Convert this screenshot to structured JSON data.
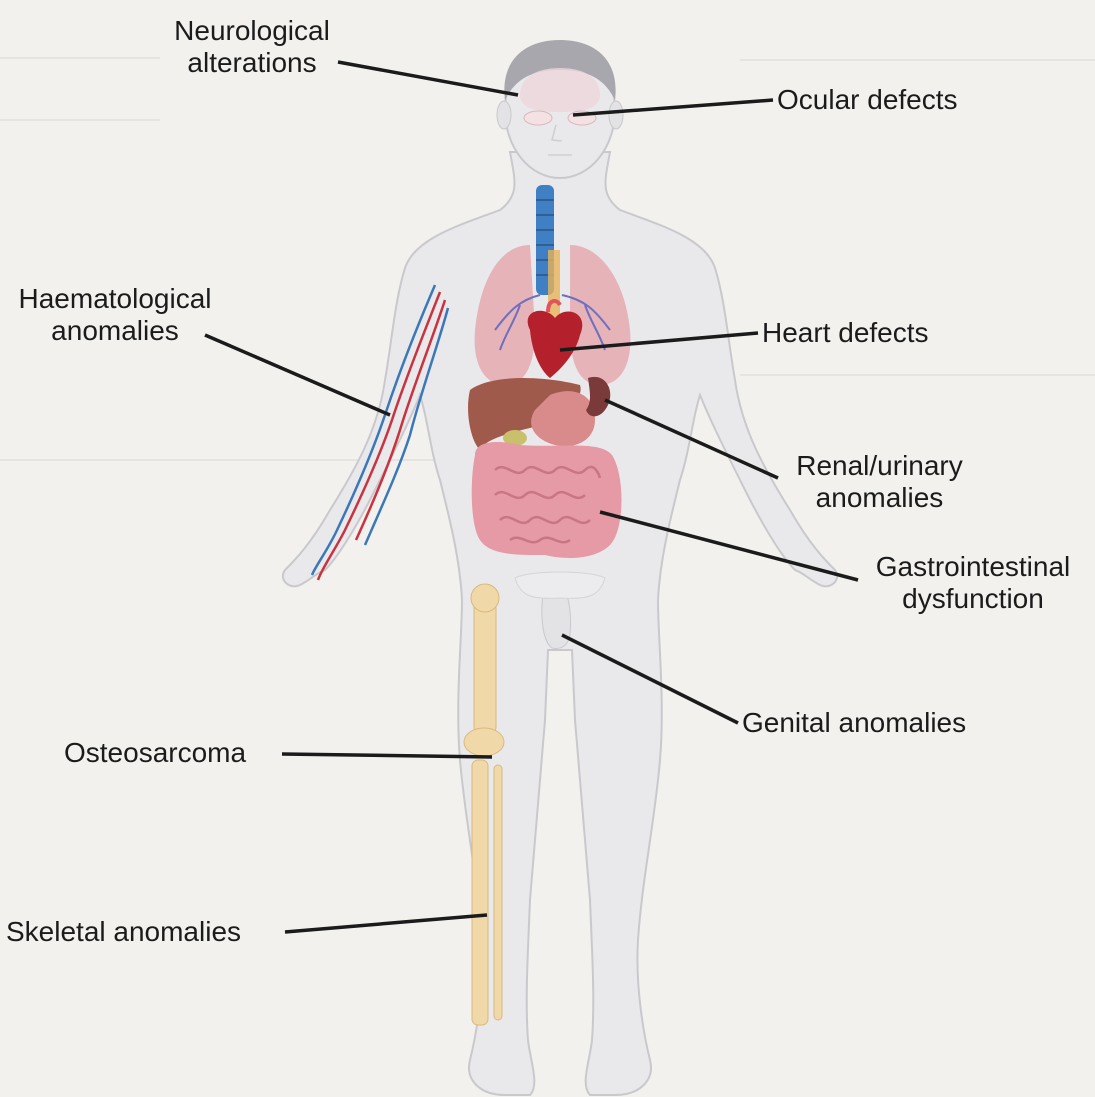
{
  "labels": {
    "neurological": [
      "Neurological",
      "alterations"
    ],
    "ocular": [
      "Ocular defects"
    ],
    "haematological": [
      "Haematological",
      "anomalies"
    ],
    "heart": [
      "Heart defects"
    ],
    "renal": [
      "Renal/urinary",
      "anomalies"
    ],
    "gastro": [
      "Gastrointestinal",
      "dysfunction"
    ],
    "genital": [
      "Genital anomalies"
    ],
    "osteosarcoma": [
      "Osteosarcoma"
    ],
    "skeletal": [
      "Skeletal anomalies"
    ]
  },
  "colors": {
    "body": "#e9e9ec",
    "outline": "#c9c9cd",
    "hair": "#a7a7ad",
    "lung": "#e6b3b9",
    "heart": "#b4202b",
    "liver": "#a05a4c",
    "kidney": "#7a3a3a",
    "intestine": "#e59aa5",
    "bone": "#f1d8a8",
    "trachea": "#3f7fc4",
    "artery": "#c9333f",
    "vein": "#3c78b8",
    "leader": "#1b1b1b"
  },
  "icons": [
    "human-body-illustration",
    "brain-icon",
    "eye-icon",
    "lung-icon",
    "heart-icon",
    "liver-icon",
    "kidney-icon",
    "intestine-icon",
    "femur-icon",
    "tibia-icon",
    "arm-vessels-icon"
  ]
}
